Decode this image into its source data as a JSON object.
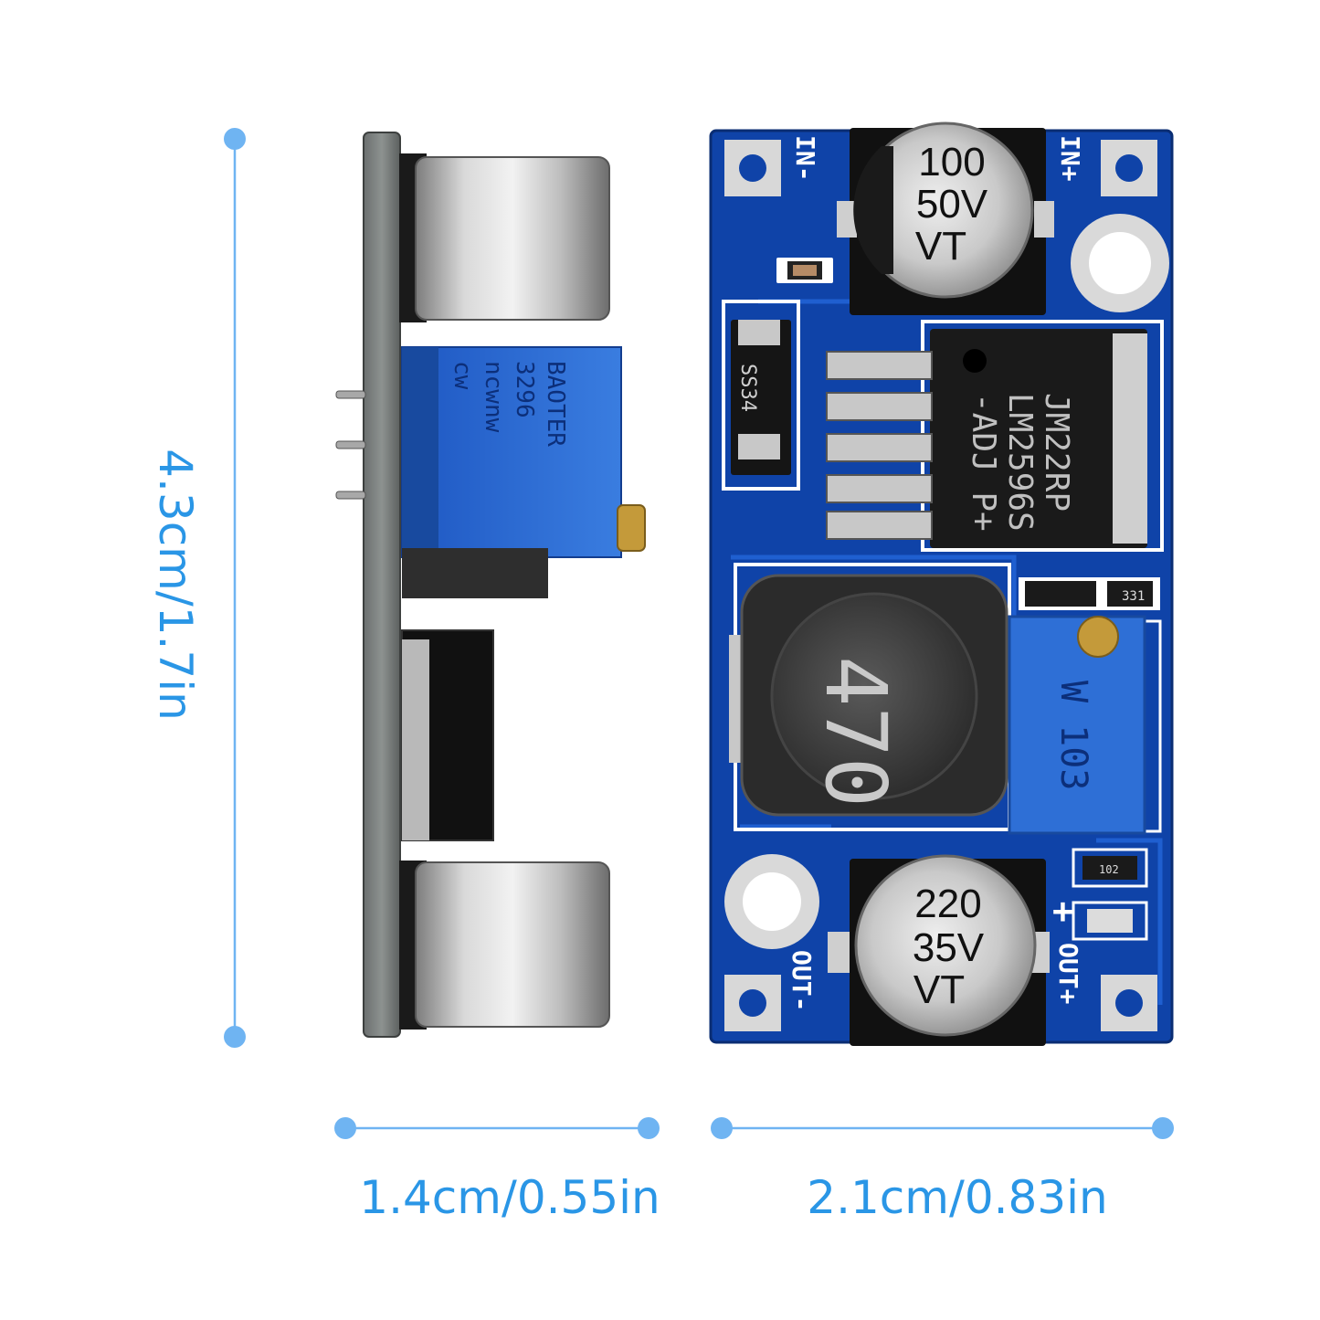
{
  "colors": {
    "dimension_line": "#6fb4f2",
    "dimension_text": "#2a96e6",
    "pcb_blue": "#0f43a8",
    "pcb_trace": "#1f5fd0",
    "silkscreen": "#ffffff",
    "capacitor_silver": "#bfbfbf",
    "pot_blue": "#2e6fd6",
    "brass": "#c49a3a"
  },
  "dimensions": {
    "height_label": "4.3cm/1.7in",
    "side_width_label": "1.4cm/0.55in",
    "front_width_label": "2.1cm/0.83in"
  },
  "board": {
    "input_neg_label": "IN-",
    "input_pos_label": "IN+",
    "output_neg_label": "OUT-",
    "output_pos_label": "OUT+",
    "plus_symbol": "+",
    "diode_label": "SS34",
    "regulator_lines": [
      "JM22RP",
      "LM2596S",
      "-ADJ P+"
    ],
    "inductor_label": "470",
    "pot_label": "W 103",
    "input_cap_lines": [
      "100",
      "50V",
      "VT"
    ],
    "output_cap_lines": [
      "220",
      "35V",
      "VT"
    ],
    "small_resistor_label": "331",
    "led_resistor_label": "102"
  },
  "side_view": {
    "pot_brand_lines": [
      "BAOTER",
      "3296",
      "",
      "ncwnw",
      "cw"
    ]
  }
}
